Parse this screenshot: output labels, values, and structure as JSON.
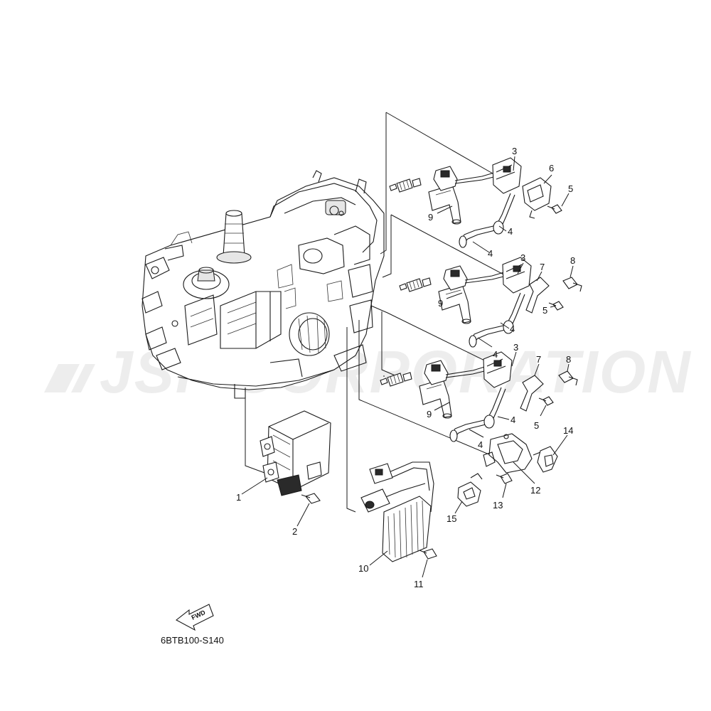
{
  "watermark": {
    "text": "JSP CORPORATION"
  },
  "diagram_code": "6BTB100-S140",
  "fwd_label": "FWD",
  "callouts": {
    "c3a": "3",
    "c6": "6",
    "c5a": "5",
    "c9a": "9",
    "c4a": "4",
    "c4b": "4",
    "c3b": "3",
    "c7a": "7",
    "c8a": "8",
    "c9b": "9",
    "c4c": "4",
    "c5b": "5",
    "c4d": "4",
    "c3c": "3",
    "c7b": "7",
    "c8b": "8",
    "c9c": "9",
    "c4e": "4",
    "c5c": "5",
    "c4f": "4",
    "c14": "14",
    "c12": "12",
    "c13": "13",
    "c15": "15",
    "c1": "1",
    "c2": "2",
    "c10": "10",
    "c11": "11"
  }
}
